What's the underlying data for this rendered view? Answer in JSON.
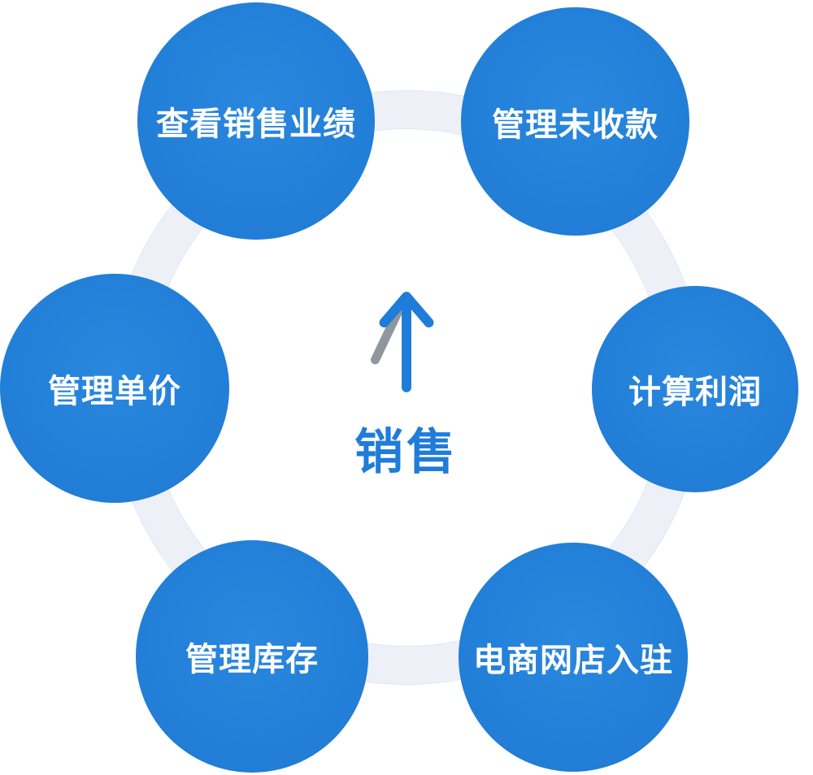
{
  "diagram": {
    "center": {
      "label": "销售",
      "icon": "up-arrow-icon"
    },
    "nodes": [
      {
        "label": "查看销售业绩"
      },
      {
        "label": "管理未收款"
      },
      {
        "label": "计算利润"
      },
      {
        "label": "电商网店入驻"
      },
      {
        "label": "管理库存"
      },
      {
        "label": "管理单价"
      }
    ],
    "colors": {
      "node_blue": "#2380d8",
      "center_text_blue": "#1f7cd9",
      "ring_fill": "#edf1f7",
      "ring_border": "#d9e7f3",
      "arrow_blue": "#1f7cd9",
      "arrow_gray": "#8f969e",
      "label_text": "#ffffff"
    }
  }
}
